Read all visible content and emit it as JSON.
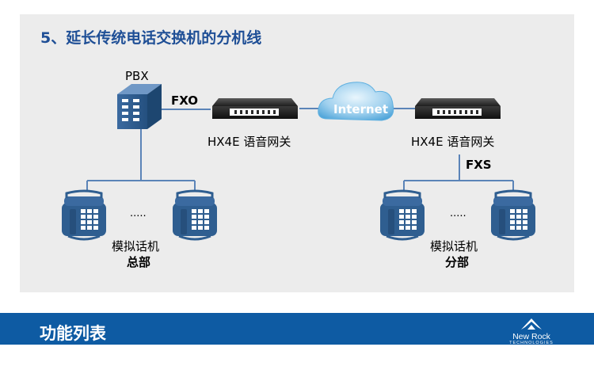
{
  "slide": {
    "title": "5、延长传统电话交换机的分机线"
  },
  "diagram": {
    "pbx_label": "PBX",
    "fxo_label": "FXO",
    "gateway_left_label": "HX4E 语音网关",
    "internet_label": "Internet",
    "gateway_right_label": "HX4E 语音网关",
    "fxs_label": "FXS",
    "ellipsis": ".....",
    "hq": {
      "phones_label": "模拟话机",
      "site_label": "总部"
    },
    "branch": {
      "phones_label": "模拟话机",
      "site_label": "分部"
    }
  },
  "footer": {
    "title": "功能列表",
    "logo_name": "New Rock",
    "logo_sub": "TECHNOLOGIES"
  },
  "colors": {
    "title_blue": "#1f4f96",
    "line_blue": "#5b84b8",
    "device_blue": "#2f5e90",
    "footer_blue": "#0e5ba3",
    "panel_gray": "#ececec"
  }
}
